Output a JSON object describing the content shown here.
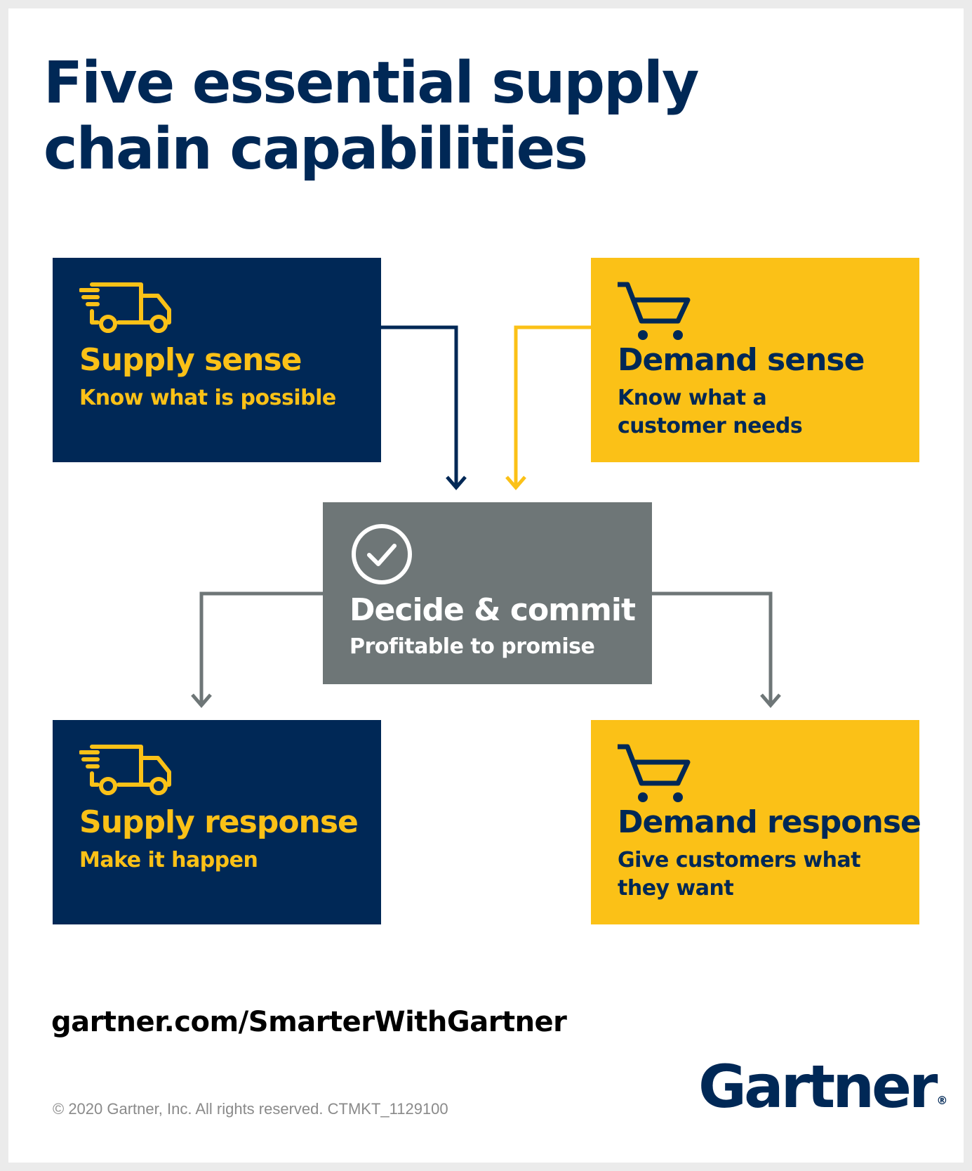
{
  "title": {
    "line1": "Five essential supply",
    "line2": "chain capabilities"
  },
  "colors": {
    "navy": "#002856",
    "gold": "#fbc117",
    "grey": "#6e7677"
  },
  "boxes": {
    "supply_sense": {
      "icon": "truck-icon",
      "title": "Supply sense",
      "subtitle": "Know what is possible"
    },
    "demand_sense": {
      "icon": "shopping-cart-icon",
      "title": "Demand sense",
      "subtitle": "Know what a customer needs"
    },
    "decide_commit": {
      "icon": "check-circle-icon",
      "title": "Decide & commit",
      "subtitle": "Profitable to promise"
    },
    "supply_response": {
      "icon": "truck-icon",
      "title": "Supply response",
      "subtitle": "Make it happen"
    },
    "demand_response": {
      "icon": "shopping-cart-icon",
      "title": "Demand response",
      "subtitle": "Give customers what they want"
    }
  },
  "footer": {
    "url": "gartner.com/SmarterWithGartner",
    "copyright": "© 2020 Gartner, Inc. All rights reserved. CTMKT_1129100",
    "logo": "Gartner",
    "logo_mark": "®"
  }
}
